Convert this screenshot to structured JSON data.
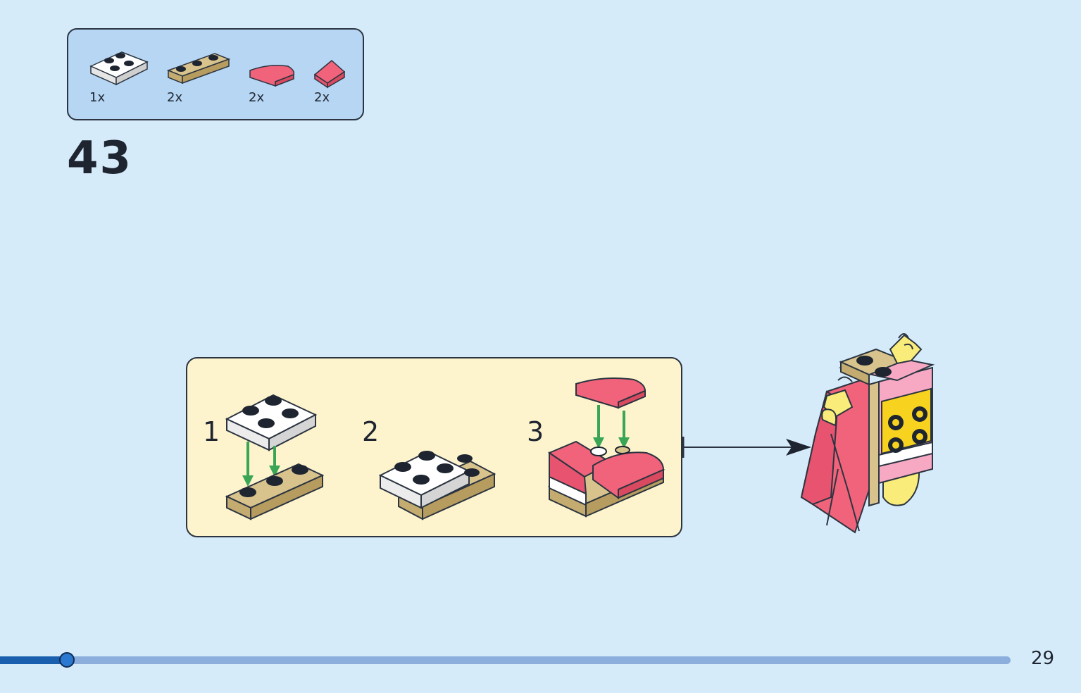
{
  "parts_list": {
    "items": [
      {
        "icon": "white-plate-2x2-icon",
        "qty": "1x",
        "color": "#ffffff"
      },
      {
        "icon": "tan-plate-1x3-icon",
        "qty": "2x",
        "color": "#d9c38d"
      },
      {
        "icon": "pink-curved-slope-icon",
        "qty": "2x",
        "color": "#f0637a"
      },
      {
        "icon": "pink-slope-icon",
        "qty": "2x",
        "color": "#f0637a"
      }
    ]
  },
  "step": {
    "number": "43"
  },
  "substeps": [
    {
      "number": "1"
    },
    {
      "number": "2"
    },
    {
      "number": "3"
    }
  ],
  "progress": {
    "fraction": 0.066
  },
  "page": {
    "number": "29"
  },
  "colors": {
    "background": "#d6ebfa",
    "parts_box": "#b6d6f4",
    "substep_box": "#fdf4cd",
    "arrow_green": "#3aa655",
    "progress_track": "#8caedd",
    "progress_fill": "#1a5fae"
  }
}
